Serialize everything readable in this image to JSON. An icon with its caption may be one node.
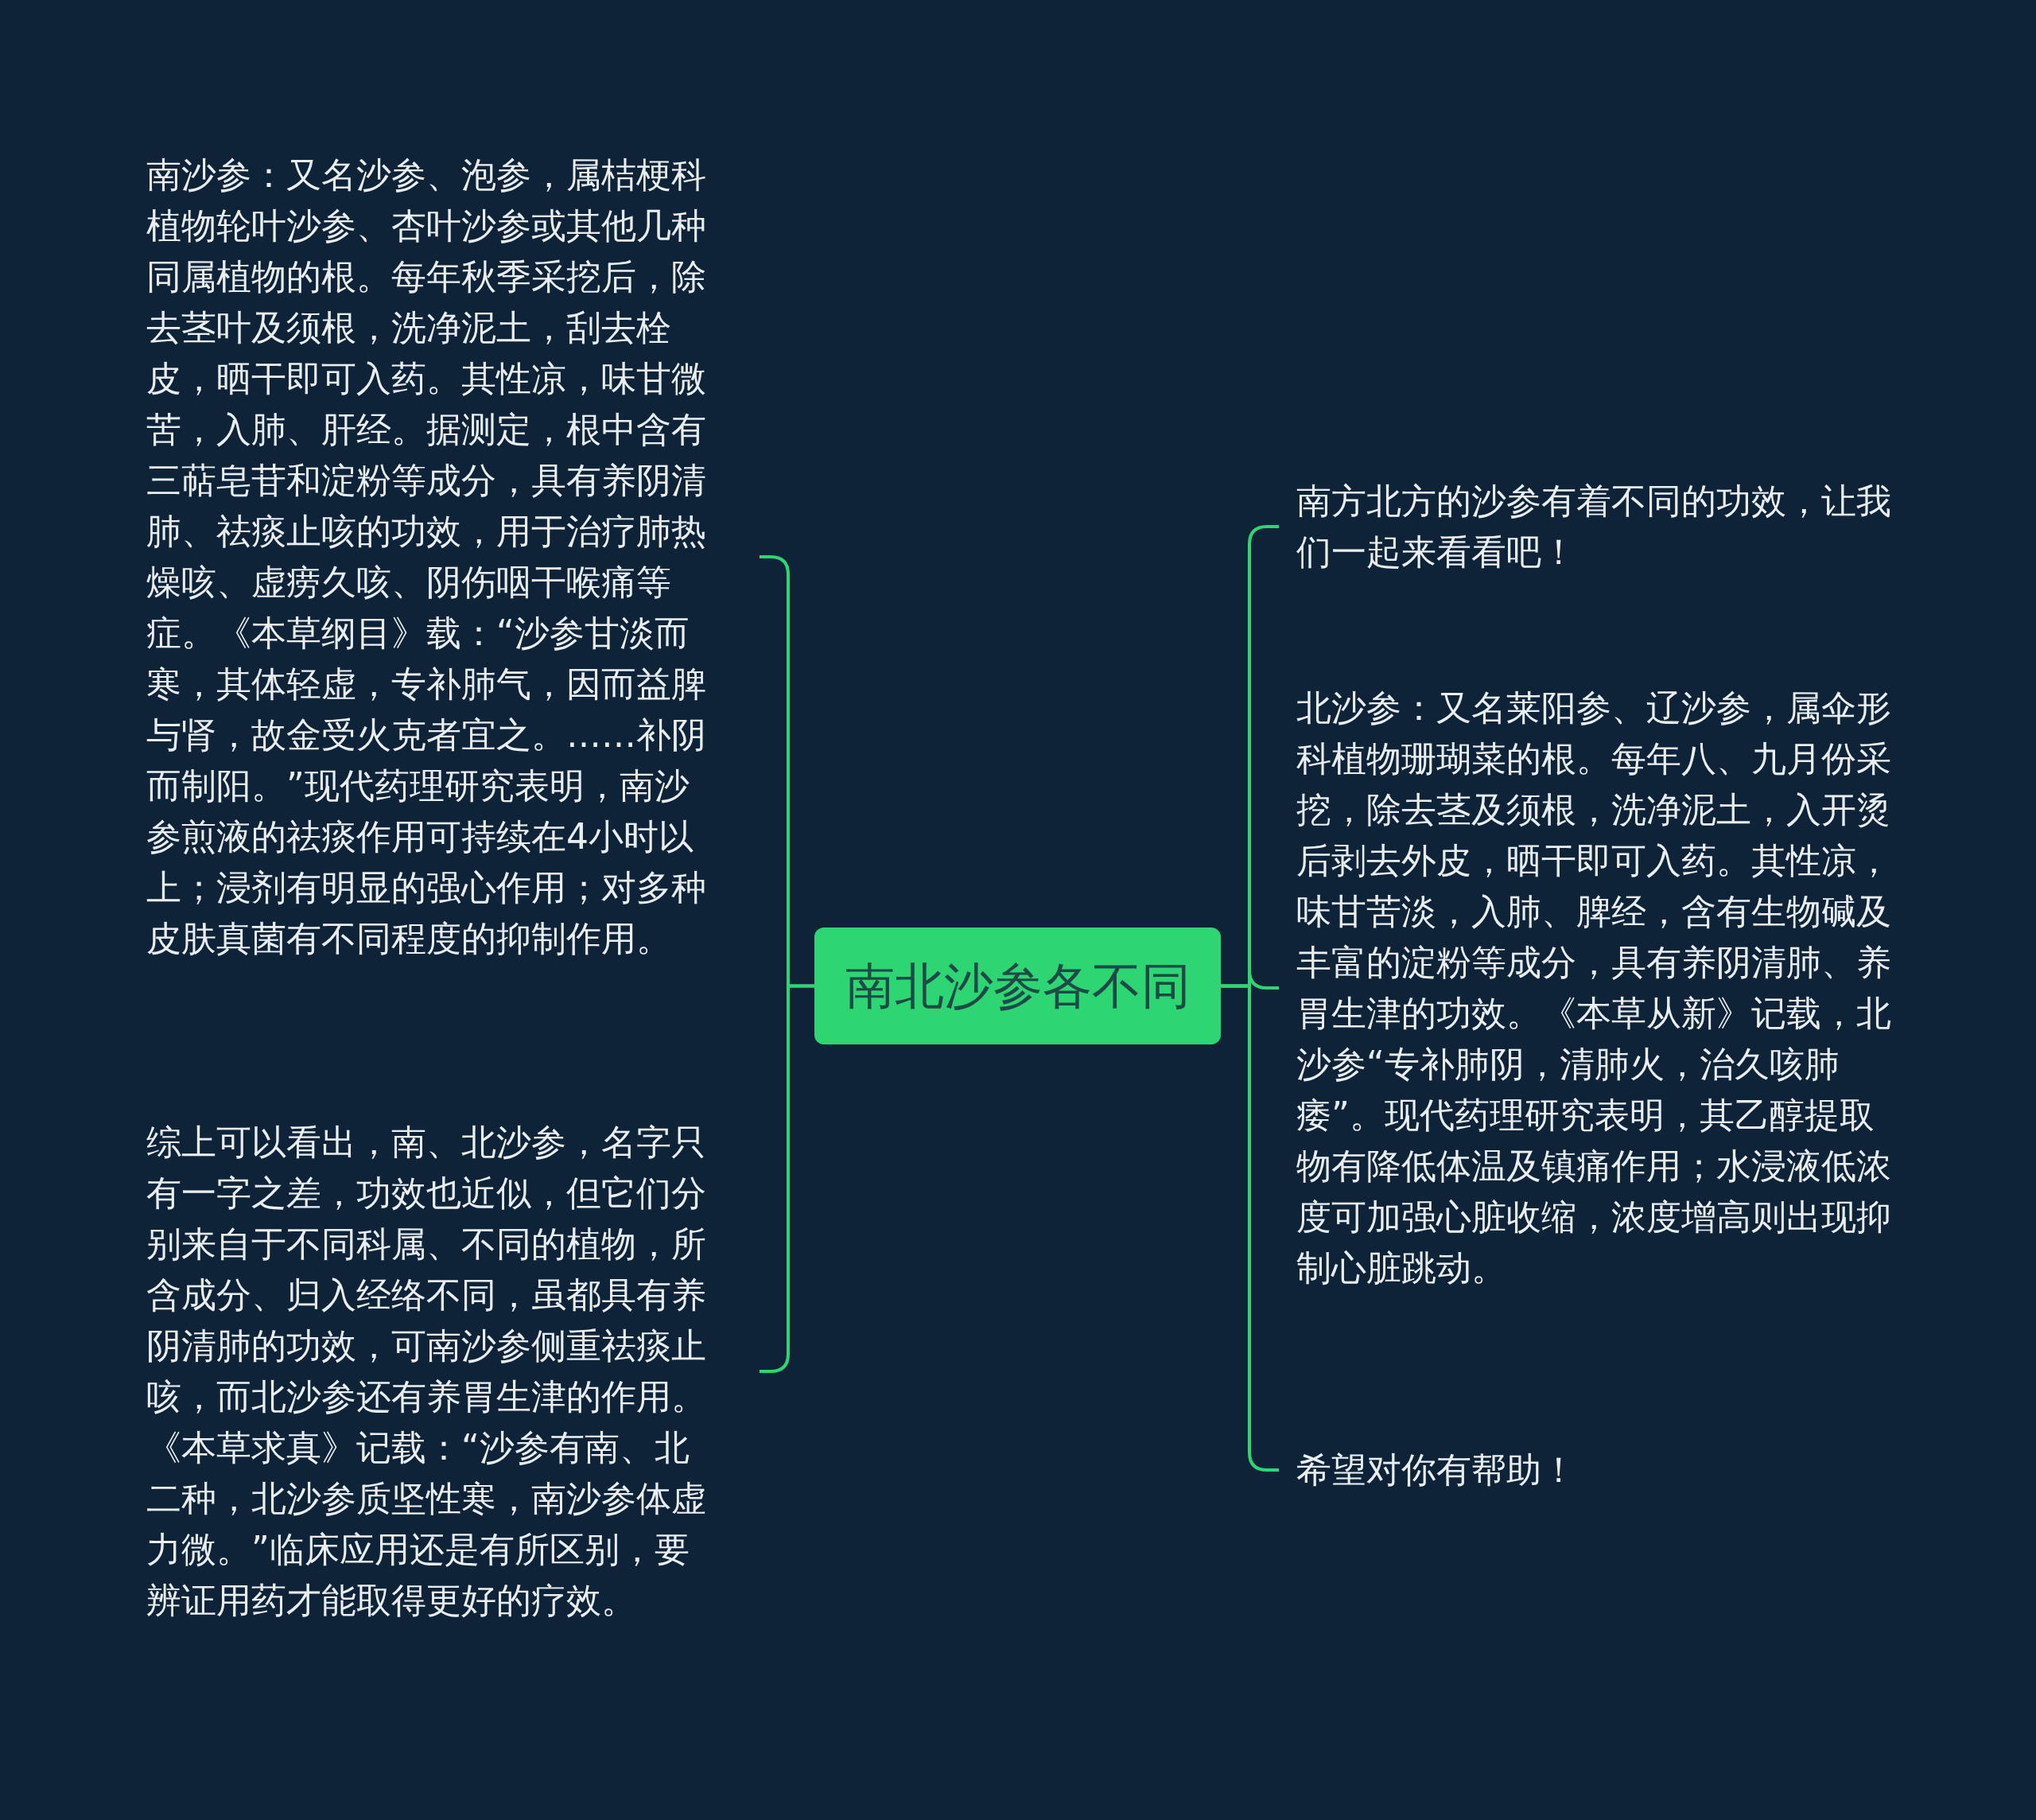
{
  "diagram": {
    "nodes": [
      {
        "text": [
          "南北沙参各不同"
        ]
      },
      {
        "text": [
          "南沙参：又名沙参、泡参，属桔梗科植物轮叶沙参、杏叶沙参或其他几种同属植物的根。每年秋季采挖后，除去茎叶及须根，洗净泥土，刮去栓皮，晒干即可入药。其性凉，味甘微苦，入肺、肝经。据测定，根中含有三萜皂苷和淀粉等成分，具有养阴清肺、祛痰止咳的功效，用于治疗肺热燥咳、虚痨久咳、阴伤咽干喉痛等症。《本草纲目》载：“沙参甘淡而寒，其体轻虚，专补肺气，因而益脾与肾，故金受火克者宜之。……补阴而制阳。”现代药理研究表明，南沙参煎液的祛痰作用可持续在4小时以上；浸剂有明显的强心作用；对多种皮肤真菌有不同程度的抑制作用。"
        ]
      },
      {
        "text": [
          "综上可以看出，南、北沙参，名字只有一字之差，功效也近似，但它们分别来自于不同科属、不同的植物，所含成分、归入经络不同，虽都具有养阴清肺的功效，可南沙参侧重祛痰止咳，而北沙参还有养胃生津的作用。《本草求真》记载：“沙参有南、北二种，北沙参质坚性寒，南沙参体虚力微。”临床应用还是有所区别，要辨证用药才能取得更好的疗效。"
        ]
      },
      {
        "text": [
          "南方北方的沙参有着不同的功效，让我们一起来看看吧！"
        ]
      },
      {
        "text": [
          "北沙参：又名莱阳参、辽沙参，属伞形科植物珊瑚菜的根。每年八、九月份采挖，除去茎及须根，洗净泥土，入开烫后剥去外皮，晒干即可入药。其性凉，味甘苦淡，入肺、脾经，含有生物碱及丰富的淀粉等成分，具有养阴清肺、养胃生津的功效。《本草从新》记载，北沙参“专补肺阴，清肺火，治久咳肺痿”。现代药理研究表明，其乙醇提取物有降低体温及镇痛作用；水浸液低浓度可加强心脏收缩，浓度增高则出现抑制心脏跳动。"
        ]
      },
      {
        "text": [
          "希望对你有帮助！"
        ]
      }
    ],
    "edges": [
      {
        "from": 0,
        "to": 1,
        "arrow": "none"
      },
      {
        "from": 0,
        "to": 2,
        "arrow": "none"
      },
      {
        "from": 0,
        "to": 3,
        "arrow": "none"
      },
      {
        "from": 0,
        "to": 4,
        "arrow": "none"
      },
      {
        "from": 0,
        "to": 5,
        "arrow": "none"
      }
    ]
  }
}
